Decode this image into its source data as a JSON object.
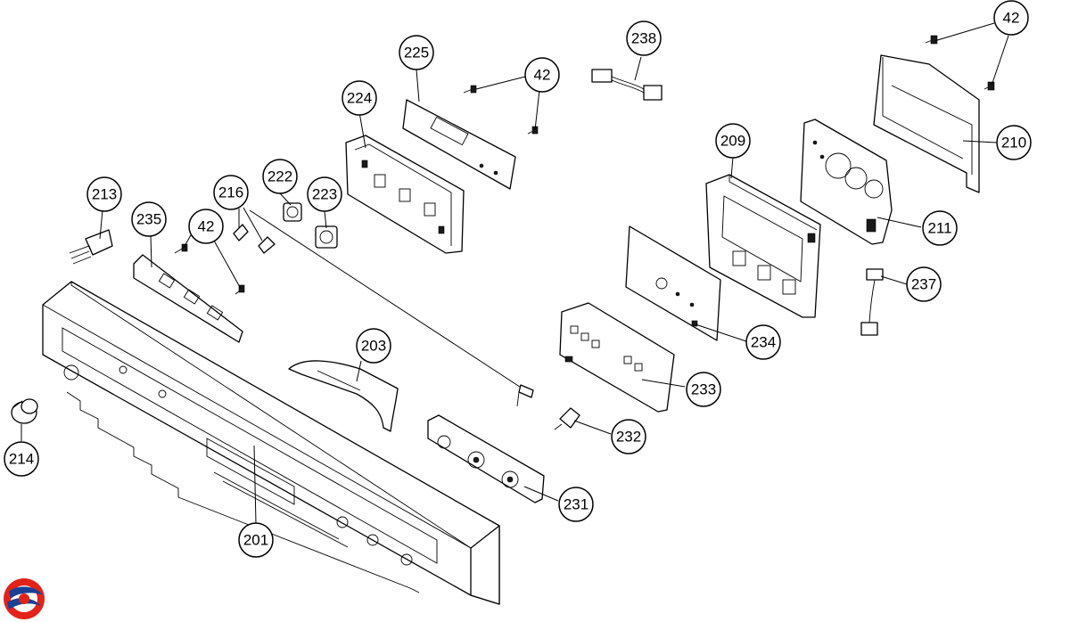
{
  "diagram": {
    "callouts": {
      "c225": "225",
      "c42_top": "42",
      "c238": "238",
      "c42_tr": "42",
      "c224": "224",
      "c209": "209",
      "c210": "210",
      "c222": "222",
      "c223": "223",
      "c216": "216",
      "c213": "213",
      "c235": "235",
      "c42_left": "42",
      "c211": "211",
      "c237": "237",
      "c234": "234",
      "c203": "203",
      "c233": "233",
      "c232": "232",
      "c214": "214",
      "c231": "231",
      "c201": "201"
    }
  },
  "logo": {
    "name": "brand-logo-icon",
    "colors": {
      "red": "#e2231a",
      "blue": "#1b3f93"
    }
  }
}
